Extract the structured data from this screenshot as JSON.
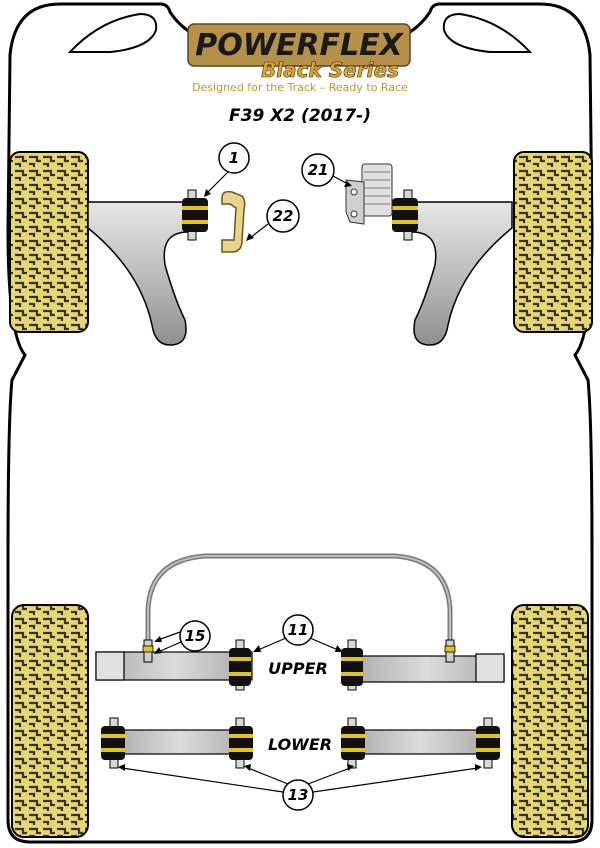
{
  "logo": {
    "brand": "POWERFLEX",
    "series": "Black Series",
    "tagline": "Designed for the Track – Ready to Race"
  },
  "model": "F39 X2 (2017-)",
  "callouts": {
    "c1": "1",
    "c21": "21",
    "c22": "22",
    "c15": "15",
    "c11": "11",
    "c13": "13"
  },
  "labels": {
    "upper": "UPPER",
    "lower": "LOWER"
  },
  "colors": {
    "bushing": "#111111",
    "accent": "#e2c21c",
    "arm": "#c8c8c8",
    "tyre": "#e8d770"
  }
}
